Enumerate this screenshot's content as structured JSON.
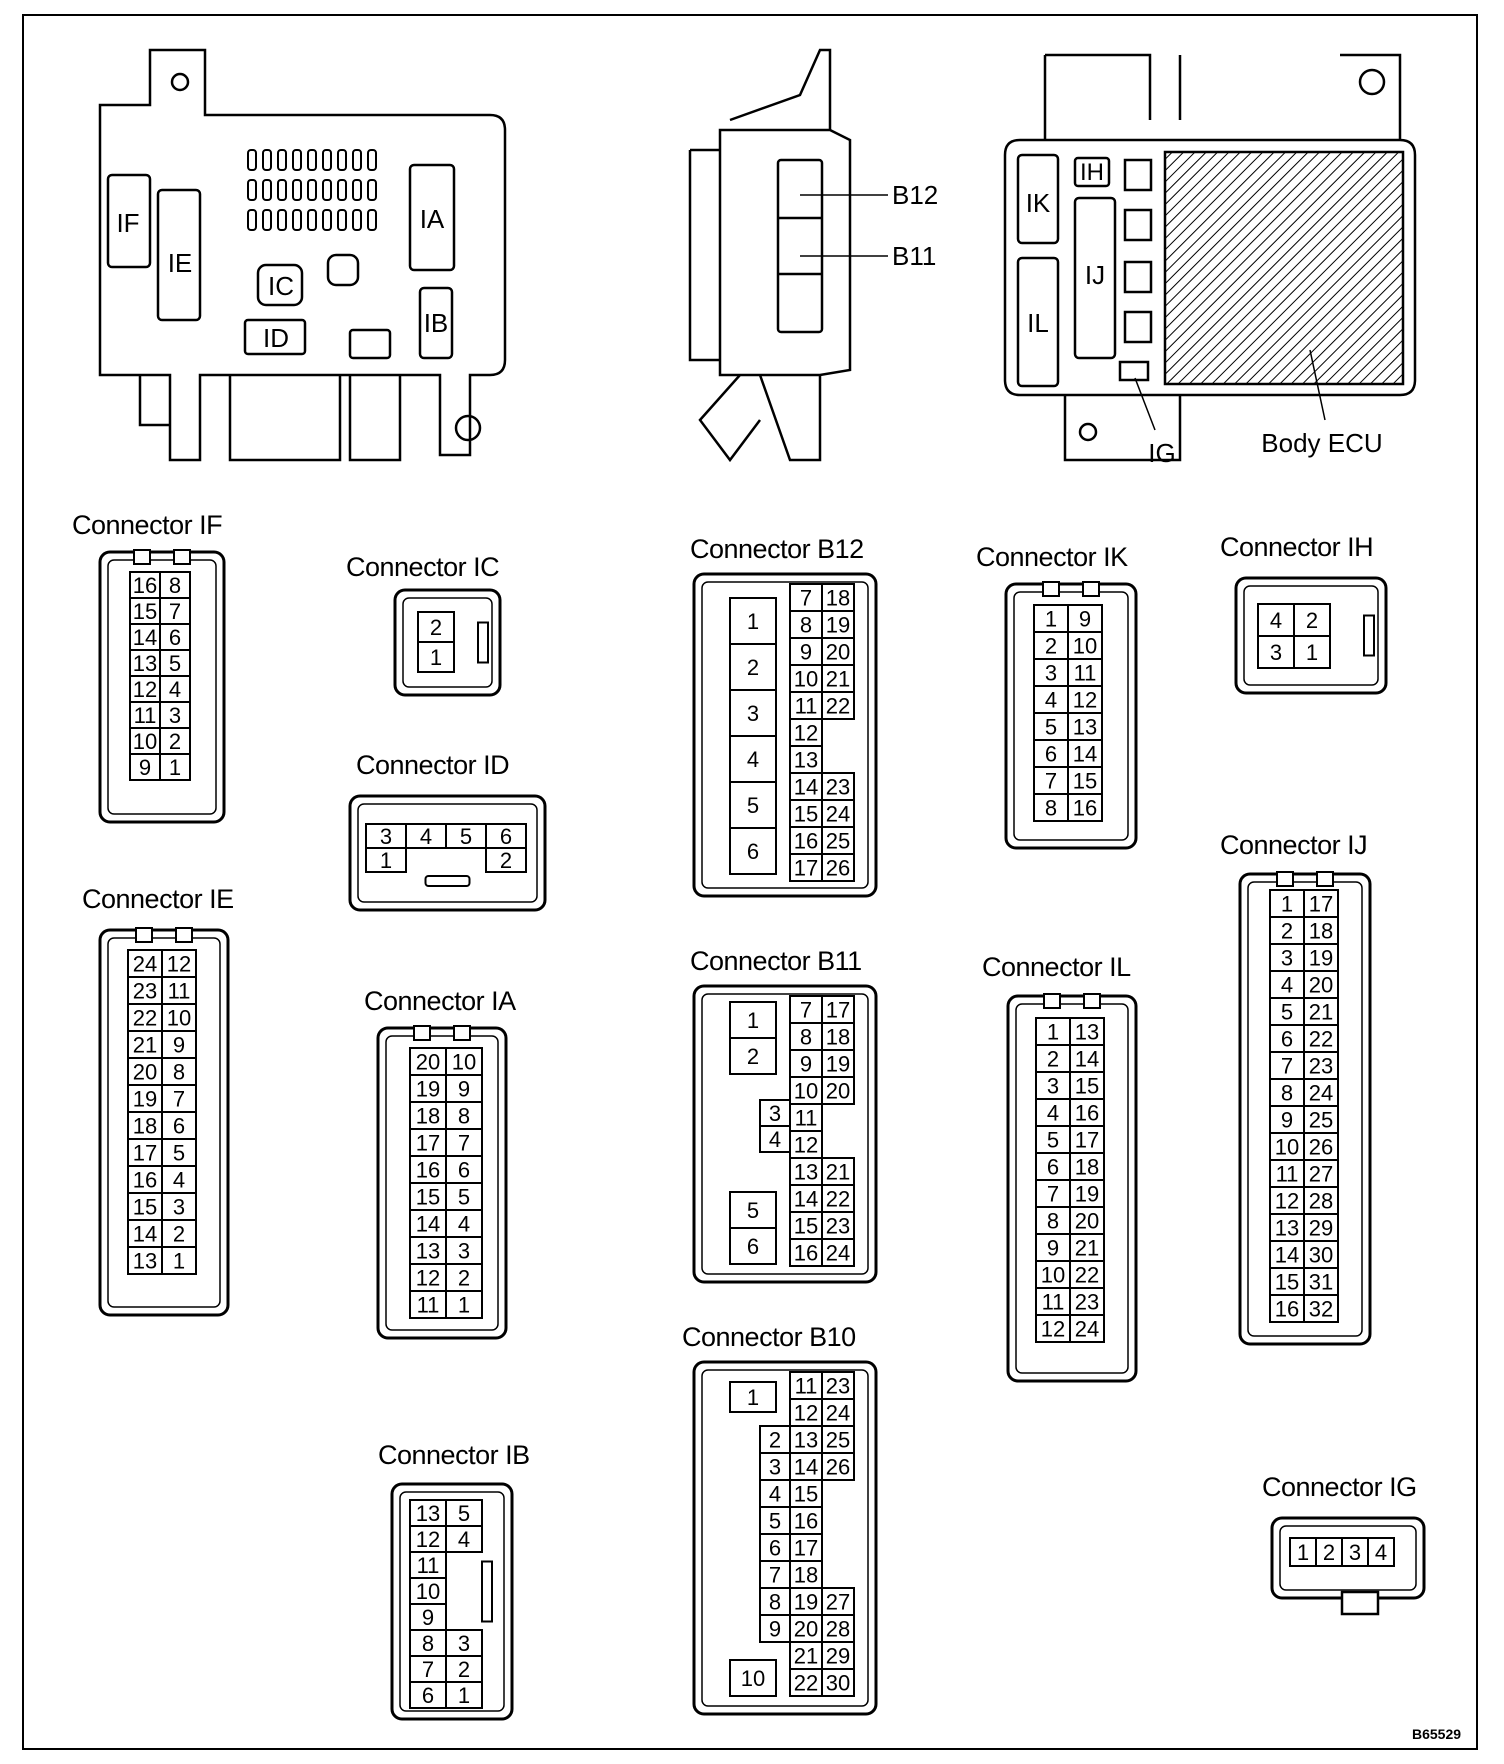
{
  "figure_id": "B65529",
  "overview": {
    "junction_block_labels": [
      "IF",
      "IE",
      "IC",
      "ID",
      "IA",
      "IB"
    ],
    "side_callouts": [
      "B12",
      "B11"
    ],
    "ecu_labels": [
      "IH",
      "IK",
      "IJ",
      "IL",
      "IG"
    ],
    "ecu_name": "Body ECU"
  },
  "connectors": [
    {
      "id": "IF",
      "title": "Connector IF",
      "grid": [
        [
          "16",
          "8"
        ],
        [
          "15",
          "7"
        ],
        [
          "14",
          "6"
        ],
        [
          "13",
          "5"
        ],
        [
          "12",
          "4"
        ],
        [
          "11",
          "3"
        ],
        [
          "10",
          "2"
        ],
        [
          "9",
          "1"
        ]
      ]
    },
    {
      "id": "IC",
      "title": "Connector IC",
      "grid": [
        [
          "2"
        ],
        [
          "1"
        ]
      ]
    },
    {
      "id": "ID",
      "title": "Connector ID",
      "grid": [
        [
          "3",
          "4",
          "5",
          "6"
        ],
        [
          "1",
          "",
          "",
          "2"
        ]
      ]
    },
    {
      "id": "IE",
      "title": "Connector IE",
      "grid": [
        [
          "24",
          "12"
        ],
        [
          "23",
          "11"
        ],
        [
          "22",
          "10"
        ],
        [
          "21",
          "9"
        ],
        [
          "20",
          "8"
        ],
        [
          "19",
          "7"
        ],
        [
          "18",
          "6"
        ],
        [
          "17",
          "5"
        ],
        [
          "16",
          "4"
        ],
        [
          "15",
          "3"
        ],
        [
          "14",
          "2"
        ],
        [
          "13",
          "1"
        ]
      ]
    },
    {
      "id": "IA",
      "title": "Connector IA",
      "grid": [
        [
          "20",
          "10"
        ],
        [
          "19",
          "9"
        ],
        [
          "18",
          "8"
        ],
        [
          "17",
          "7"
        ],
        [
          "16",
          "6"
        ],
        [
          "15",
          "5"
        ],
        [
          "14",
          "4"
        ],
        [
          "13",
          "3"
        ],
        [
          "12",
          "2"
        ],
        [
          "11",
          "1"
        ]
      ]
    },
    {
      "id": "IB",
      "title": "Connector IB",
      "grid": [
        [
          "13",
          "5"
        ],
        [
          "12",
          "4"
        ],
        [
          "11",
          ""
        ],
        [
          "10",
          ""
        ],
        [
          "9",
          ""
        ],
        [
          "8",
          "3"
        ],
        [
          "7",
          "2"
        ],
        [
          "6",
          "1"
        ]
      ]
    },
    {
      "id": "B12",
      "title": "Connector B12",
      "left": [
        "1",
        "2",
        "3",
        "4",
        "5",
        "6"
      ],
      "grid": [
        [
          "7",
          "18"
        ],
        [
          "8",
          "19"
        ],
        [
          "9",
          "20"
        ],
        [
          "10",
          "21"
        ],
        [
          "11",
          "22"
        ],
        [
          "12",
          ""
        ],
        [
          "13",
          ""
        ],
        [
          "14",
          "23"
        ],
        [
          "15",
          "24"
        ],
        [
          "16",
          "25"
        ],
        [
          "17",
          "26"
        ]
      ]
    },
    {
      "id": "B11",
      "title": "Connector B11",
      "left": [
        "1",
        "2",
        "3",
        "4",
        "5",
        "6"
      ],
      "grid": [
        [
          "7",
          "17"
        ],
        [
          "8",
          "18"
        ],
        [
          "9",
          "19"
        ],
        [
          "10",
          "20"
        ],
        [
          "11",
          ""
        ],
        [
          "12",
          ""
        ],
        [
          "13",
          "21"
        ],
        [
          "14",
          "22"
        ],
        [
          "15",
          "23"
        ],
        [
          "16",
          "24"
        ]
      ]
    },
    {
      "id": "B10",
      "title": "Connector B10",
      "left": [
        "1",
        "2",
        "3",
        "4",
        "5",
        "6",
        "7",
        "8",
        "9",
        "10"
      ],
      "grid": [
        [
          "11",
          "23"
        ],
        [
          "12",
          "24"
        ],
        [
          "13",
          "25"
        ],
        [
          "14",
          "26"
        ],
        [
          "15",
          ""
        ],
        [
          "16",
          ""
        ],
        [
          "17",
          ""
        ],
        [
          "18",
          ""
        ],
        [
          "19",
          "27"
        ],
        [
          "20",
          "28"
        ],
        [
          "21",
          "29"
        ],
        [
          "22",
          "30"
        ]
      ]
    },
    {
      "id": "IK",
      "title": "Connector IK",
      "grid": [
        [
          "1",
          "9"
        ],
        [
          "2",
          "10"
        ],
        [
          "3",
          "11"
        ],
        [
          "4",
          "12"
        ],
        [
          "5",
          "13"
        ],
        [
          "6",
          "14"
        ],
        [
          "7",
          "15"
        ],
        [
          "8",
          "16"
        ]
      ]
    },
    {
      "id": "IH",
      "title": "Connector IH",
      "grid": [
        [
          "4",
          "2"
        ],
        [
          "3",
          "1"
        ]
      ]
    },
    {
      "id": "IL",
      "title": "Connector IL",
      "grid": [
        [
          "1",
          "13"
        ],
        [
          "2",
          "14"
        ],
        [
          "3",
          "15"
        ],
        [
          "4",
          "16"
        ],
        [
          "5",
          "17"
        ],
        [
          "6",
          "18"
        ],
        [
          "7",
          "19"
        ],
        [
          "8",
          "20"
        ],
        [
          "9",
          "21"
        ],
        [
          "10",
          "22"
        ],
        [
          "11",
          "23"
        ],
        [
          "12",
          "24"
        ]
      ]
    },
    {
      "id": "IJ",
      "title": "Connector IJ",
      "grid": [
        [
          "1",
          "17"
        ],
        [
          "2",
          "18"
        ],
        [
          "3",
          "19"
        ],
        [
          "4",
          "20"
        ],
        [
          "5",
          "21"
        ],
        [
          "6",
          "22"
        ],
        [
          "7",
          "23"
        ],
        [
          "8",
          "24"
        ],
        [
          "9",
          "25"
        ],
        [
          "10",
          "26"
        ],
        [
          "11",
          "27"
        ],
        [
          "12",
          "28"
        ],
        [
          "13",
          "29"
        ],
        [
          "14",
          "30"
        ],
        [
          "15",
          "31"
        ],
        [
          "16",
          "32"
        ]
      ]
    },
    {
      "id": "IG",
      "title": "Connector IG",
      "grid": [
        [
          "1",
          "2",
          "3",
          "4"
        ]
      ]
    }
  ]
}
